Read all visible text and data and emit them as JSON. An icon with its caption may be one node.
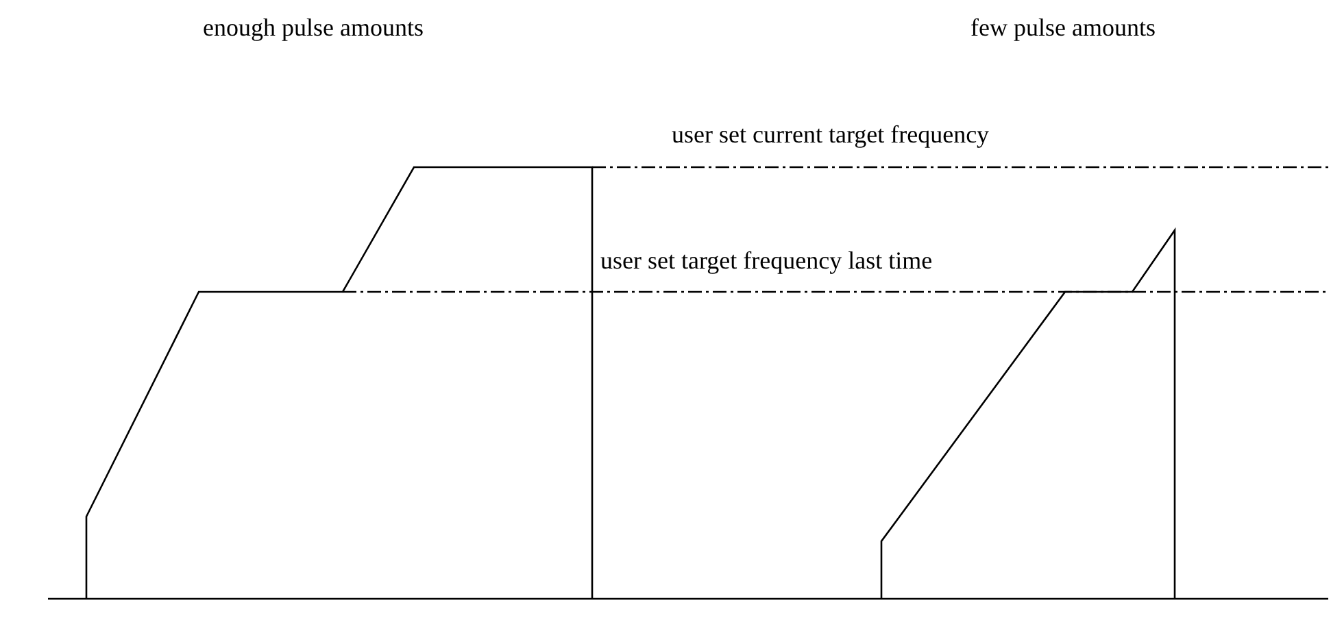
{
  "diagram": {
    "labels": [
      "enough pulse amounts",
      "few pulse amounts",
      "user set current target frequency",
      "user set target frequency last time"
    ]
  }
}
